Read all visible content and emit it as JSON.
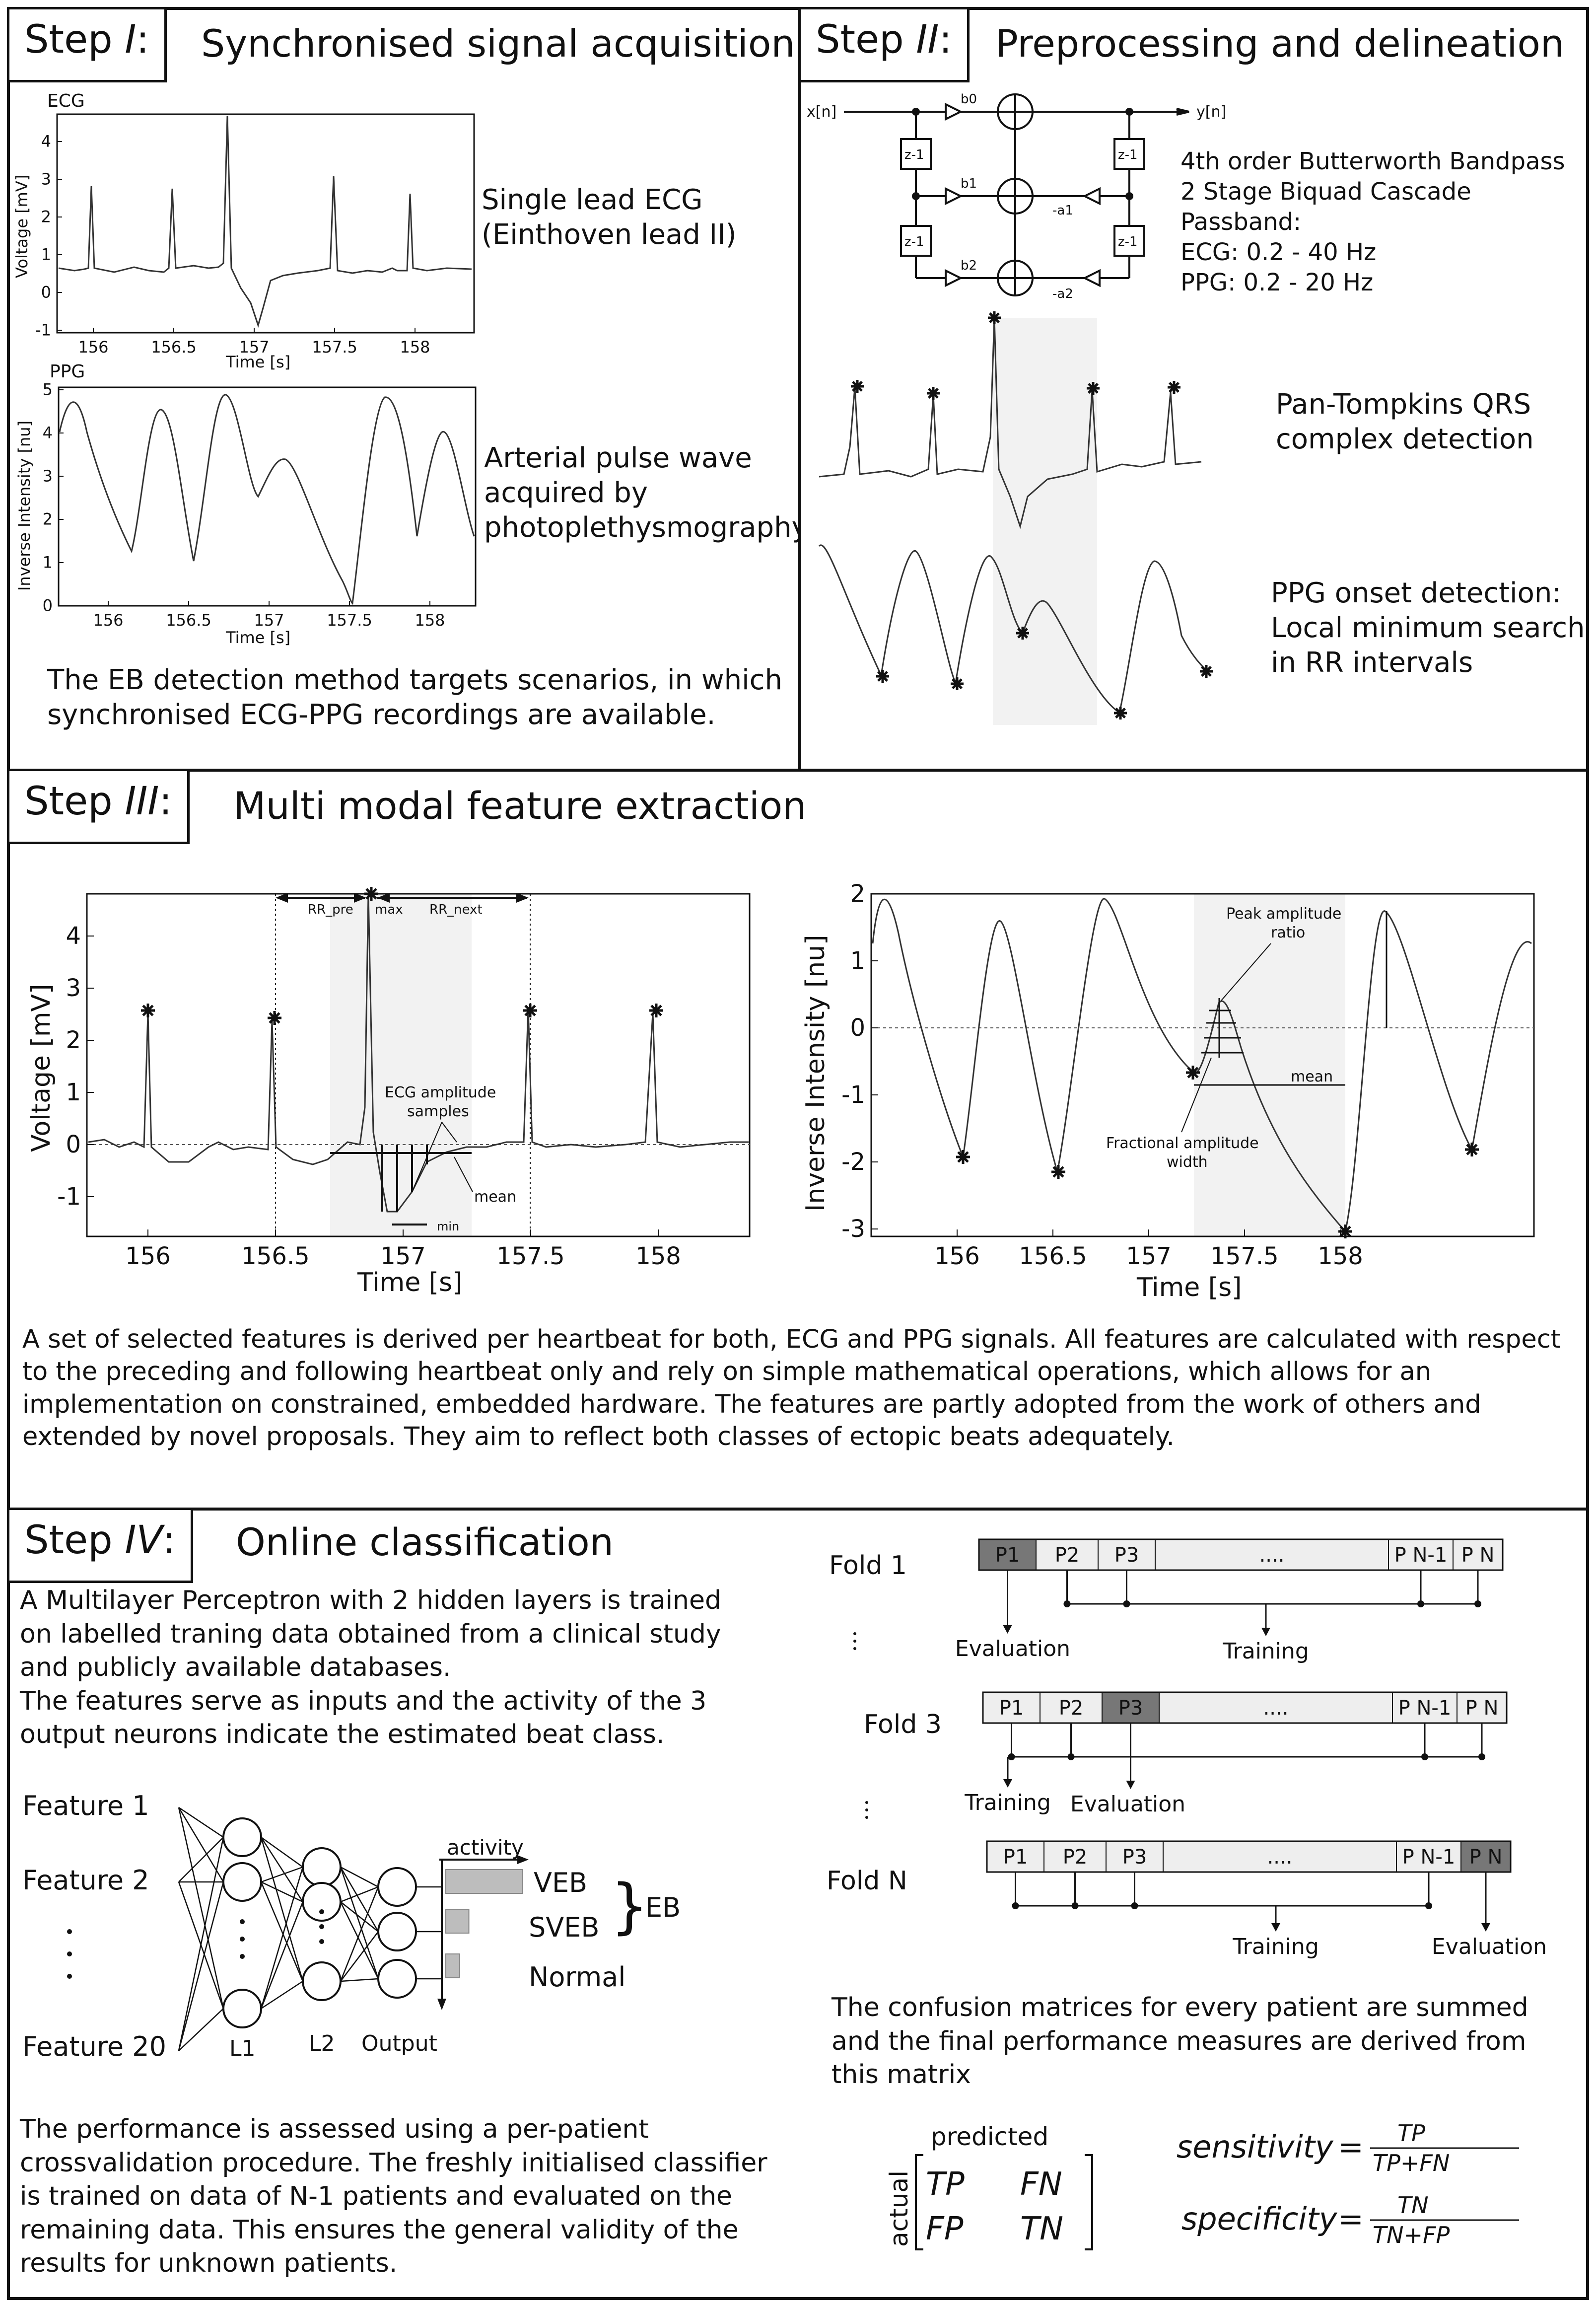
{
  "step1": {
    "label_prefix": "Step ",
    "label_num": "I",
    "label_suffix": ":",
    "title": "Synchronised signal acquisition",
    "ecg_plot_label": "ECG",
    "ecg_ylabel": "Voltage [mV]",
    "ecg_xlabel": "Time [s]",
    "ecg_xticks": [
      "156",
      "156.5",
      "157",
      "157.5",
      "158"
    ],
    "ecg_yticks": [
      "4",
      "3",
      "2",
      "1",
      "0",
      "-1"
    ],
    "ecg_desc_line1": "Single lead ECG",
    "ecg_desc_line2": "(Einthoven lead II)",
    "ppg_plot_label": "PPG",
    "ppg_ylabel": "Inverse Intensity [nu]",
    "ppg_xlabel": "Time [s]",
    "ppg_xticks": [
      "156",
      "156.5",
      "157",
      "157.5",
      "158"
    ],
    "ppg_yticks": [
      "5",
      "4",
      "3",
      "2",
      "1",
      "0"
    ],
    "ppg_desc_line1": "Arterial pulse wave",
    "ppg_desc_line2": "acquired by",
    "ppg_desc_line3": "photoplethysmography",
    "footer_line1": "The EB detection method targets scenarios, in which",
    "footer_line2": "synchronised ECG-PPG recordings are available."
  },
  "step2": {
    "label_prefix": "Step ",
    "label_num": "II",
    "label_suffix": ":",
    "title": "Preprocessing and delineation",
    "filter_in": "x[n]",
    "filter_out": "y[n]",
    "filter_b0": "b0",
    "filter_b1": "b1",
    "filter_b2": "b2",
    "filter_a1": "-a1",
    "filter_a2": "-a2",
    "filter_delay": "z-1",
    "filter_desc": [
      "4th order Butterworth Bandpass",
      "2 Stage Biquad Cascade",
      "Passband:",
      "ECG: 0.2 - 40 Hz",
      "PPG: 0.2 - 20 Hz"
    ],
    "qrs_line1": "Pan-Tompkins QRS",
    "qrs_line2": "complex detection",
    "onset_line1": "PPG onset detection:",
    "onset_line2": "Local minimum search",
    "onset_line3": "in RR intervals"
  },
  "step3": {
    "label_prefix": "Step ",
    "label_num": "III",
    "label_suffix": ":",
    "title": "Multi modal feature extraction",
    "ecg_ylabel": "Voltage [mV]",
    "ecg_xlabel": "Time [s]",
    "ecg_xticks": [
      "156",
      "156.5",
      "157",
      "157.5",
      "158"
    ],
    "ecg_yticks": [
      "4",
      "3",
      "2",
      "1",
      "0",
      "-1"
    ],
    "ecg_rr_pre": "RR_pre",
    "ecg_max": "max",
    "ecg_rr_next": "RR_next",
    "ecg_amp_line1": "ECG amplitude",
    "ecg_amp_line2": "samples",
    "ecg_mean": "mean",
    "ecg_min": "min",
    "ppg_ylabel": "Inverse Intensity [nu]",
    "ppg_xlabel": "Time [s]",
    "ppg_xticks": [
      "156",
      "156.5",
      "157",
      "157.5",
      "158"
    ],
    "ppg_yticks": [
      "2",
      "1",
      "0",
      "-1",
      "-2",
      "-3"
    ],
    "ppg_peak_line1": "Peak amplitude",
    "ppg_peak_line2": "ratio",
    "ppg_mean": "mean",
    "ppg_frac_line1": "Fractional amplitude",
    "ppg_frac_line2": "width",
    "paragraph": "A set of selected features is derived per heartbeat for both, ECG and PPG signals. All features are calculated with respect to the preceding and following heartbeat only and rely on simple mathematical operations, which allows for an implementation on constrained, embedded hardware. The features are partly adopted from the work of others and extended by novel proposals. They aim to reflect both classes of ectopic beats adequately."
  },
  "step4": {
    "label_prefix": "Step ",
    "label_num": "IV",
    "label_suffix": ":",
    "title": "Online classification",
    "intro_lines": [
      "A Multilayer Perceptron with 2 hidden layers is trained",
      "on labelled traning data obtained from a clinical study",
      "and publicly available databases.",
      "The features serve as inputs and the activity of the 3",
      "output neurons indicate the estimated beat class."
    ],
    "feature1": "Feature 1",
    "feature2": "Feature 2",
    "feature20": "Feature 20",
    "layer1": "L1",
    "layer2": "L2",
    "layer_out": "Output",
    "activity": "activity",
    "veb": "VEB",
    "sveb": "SVEB",
    "normal": "Normal",
    "eb": "EB",
    "activity_levels": {
      "veb": 1.0,
      "sveb": 0.3,
      "normal": 0.18
    },
    "folds": {
      "fold1": "Fold 1",
      "fold3": "Fold 3",
      "foldN": "Fold N",
      "p1": "P1",
      "p2": "P2",
      "p3": "P3",
      "dots": "....",
      "pn1": "P N-1",
      "pn": "P N",
      "evaluation": "Evaluation",
      "training": "Training"
    },
    "confusion_text_lines": [
      "The confusion matrices for every patient are summed",
      "and the final performance measures are derived from",
      "this matrix"
    ],
    "perf_lines": [
      "The performance is assessed using a per-patient",
      "crossvalidation procedure. The freshly initialised classifier",
      "is trained on data of N-1 patients and evaluated on the",
      "remaining data. This ensures the general validity of the",
      "results for unknown patients."
    ],
    "matrix": {
      "predicted": "predicted",
      "actual": "actual",
      "tp": "TP",
      "fn": "FN",
      "fp": "FP",
      "tn": "TN"
    },
    "sensitivity": "sensitivity",
    "specificity": "specificity"
  }
}
